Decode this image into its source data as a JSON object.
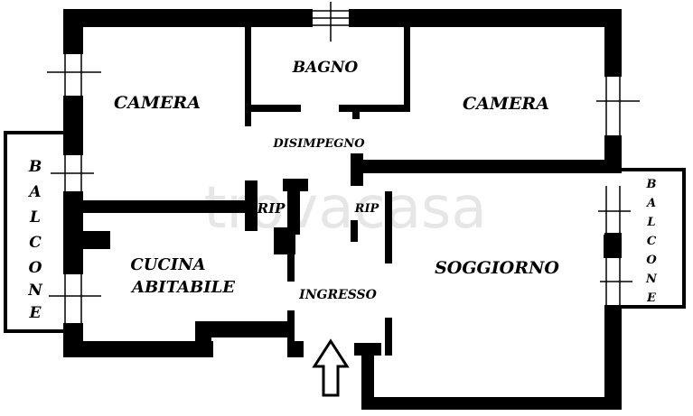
{
  "plan": {
    "rooms": {
      "camera_left": "CAMERA",
      "bagno": "BAGNO",
      "camera_right": "CAMERA",
      "disimpegno": "DISIMPEGNO",
      "rip_left": "RIP",
      "rip_right": "RIP",
      "cucina_line1": "CUCINA",
      "cucina_line2": "ABITABILE",
      "ingresso": "INGRESSO",
      "soggiorno": "SOGGIORNO"
    },
    "balcone_left": [
      "B",
      "A",
      "L",
      "C",
      "O",
      "N",
      "E"
    ],
    "balcone_right": [
      "B",
      "A",
      "L",
      "C",
      "O",
      "N",
      "E"
    ],
    "watermark": "trovacasa",
    "colors": {
      "wall": "#000000",
      "background": "#ffffff",
      "watermark": "#e6e6e6"
    }
  }
}
